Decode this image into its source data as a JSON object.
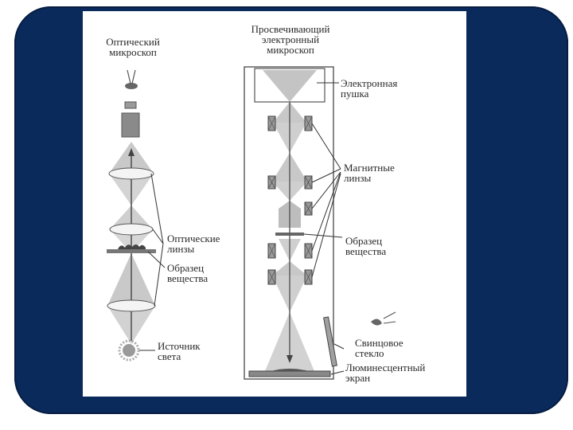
{
  "optical": {
    "title_line1": "Оптический",
    "title_line2": "микроскоп",
    "lenses_line1": "Оптические",
    "lenses_line2": "линзы",
    "specimen_line1": "Образец",
    "specimen_line2": "вещества",
    "source_line1": "Источник",
    "source_line2": "света"
  },
  "electron": {
    "title_line1": "Просвечивающий",
    "title_line2": "электронный",
    "title_line3": "микроскоп",
    "gun_line1": "Электронная",
    "gun_line2": "пушка",
    "lenses_line1": "Магнитные",
    "lenses_line2": "линзы",
    "specimen_line1": "Образец",
    "specimen_line2": "вещества",
    "glass_line1": "Свинцовое",
    "glass_line2": "стекло",
    "screen_line1": "Люминесцентный",
    "screen_line2": "экран"
  }
}
